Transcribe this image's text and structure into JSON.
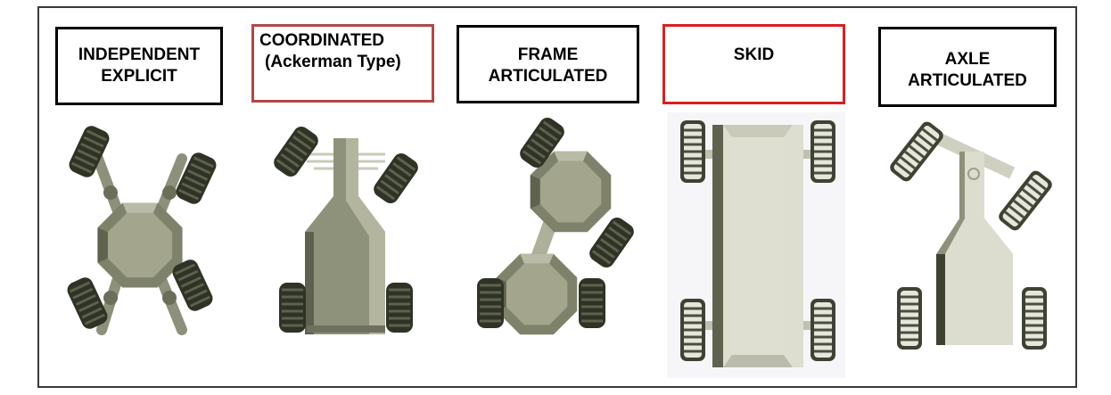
{
  "labels": [
    {
      "line1": "INDEPENDENT",
      "line2": "EXPLICIT",
      "border_color": "#000000"
    },
    {
      "line1": "COORDINATED",
      "line2": "(Ackerman Type)",
      "border_color": "#b04848"
    },
    {
      "line1": "FRAME",
      "line2": "ARTICULATED",
      "border_color": "#000000"
    },
    {
      "line1": "SKID",
      "line2": "",
      "border_color": "#d82020"
    },
    {
      "line1": "AXLE",
      "line2": "ARTICULATED",
      "border_color": "#000000"
    }
  ],
  "colors": {
    "wheel_dark": "#2f3325",
    "body_olive": "#9a9c84",
    "body_light": "#dedfd2",
    "frame_border": "#3a3a3a"
  }
}
